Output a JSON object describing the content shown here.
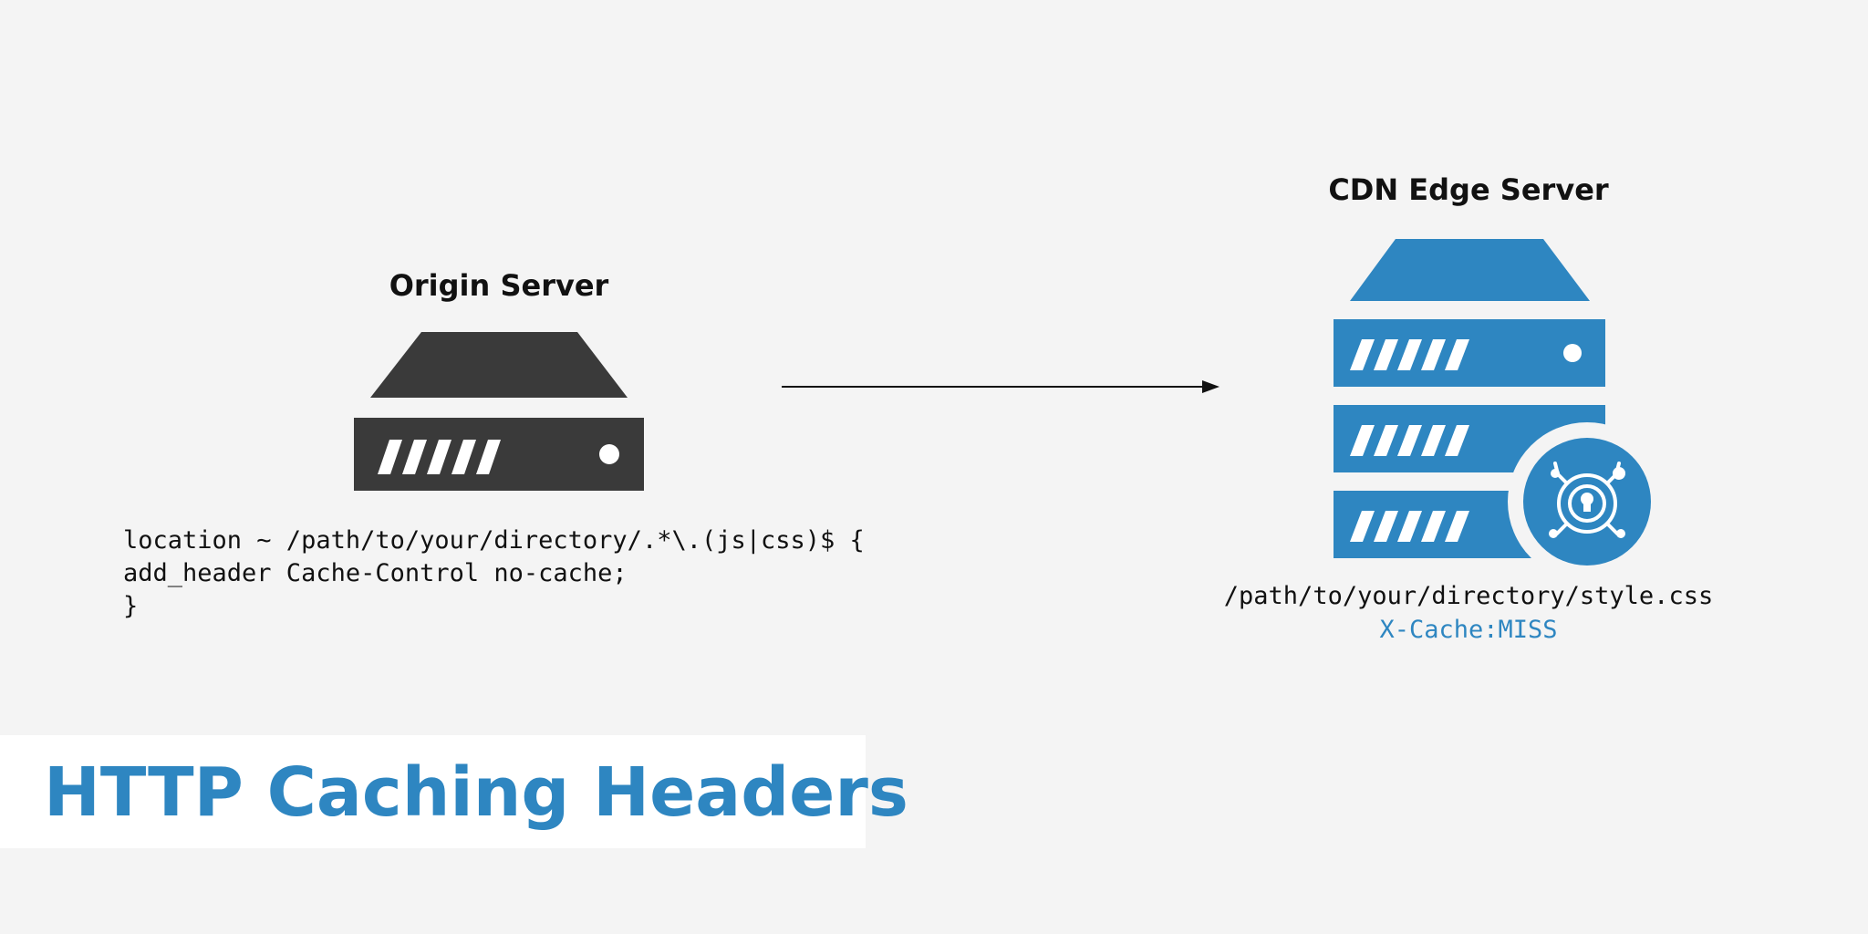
{
  "colors": {
    "background": "#f4f4f4",
    "origin_server": "#3a3a3a",
    "edge_server": "#2e86c1",
    "text": "#111111",
    "accent": "#2e86c1",
    "banner": "#ffffff"
  },
  "origin": {
    "title": "Origin Server",
    "icon": "server-icon",
    "config_lines": [
      "location ~ /path/to/your/directory/.*\\.(js|css)$ {",
      "add_header Cache-Control no-cache;",
      "}"
    ]
  },
  "edge": {
    "title": "CDN Edge Server",
    "icon": "cdn-server-icon",
    "badge_icon": "lock-network-icon",
    "path": "/path/to/your/directory/style.css",
    "cache_status": "X-Cache:MISS"
  },
  "arrow": {
    "icon": "arrow-right-icon"
  },
  "banner": {
    "title": "HTTP Caching Headers"
  }
}
